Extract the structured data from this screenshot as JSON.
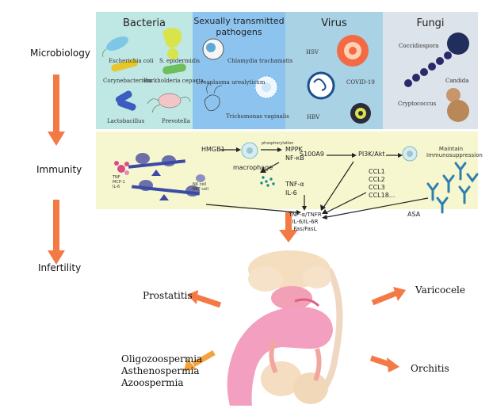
{
  "row_labels": {
    "microbiology": "Microbiology",
    "immunity": "Immunity",
    "infertility": "Infertility"
  },
  "bacteria": {
    "title": "Bacteria",
    "items": [
      "Escherichia coli",
      "S. epidermidis",
      "Corynebacterium",
      "Burkholderia cepacia",
      "Lactobacillus",
      "Prevotella"
    ]
  },
  "sti": {
    "title_line1": "Sexually transmitted",
    "title_line2": "pathogens",
    "items": [
      "Chlamydia trachamatis",
      "Ureaplasma urealyticum",
      "Trichomonas vaginalis"
    ]
  },
  "virus": {
    "title": "Virus",
    "items": [
      "HSV",
      "COVID-19",
      "HBV"
    ]
  },
  "fungi": {
    "title": "Fungi",
    "items": [
      "Coccidiospora",
      "Candida",
      "Cryptococcus"
    ]
  },
  "immunity": {
    "hmgb1": "HMGB1",
    "phosphorylation": "phosphorylation",
    "macrophage": "macrophage",
    "mppk": "MPPK",
    "nfkb": "NF-κB",
    "s100a9": "S100A9",
    "pi3k": "PI3K/Akt",
    "maintain1": "Maintain",
    "maintain2": "Immunosuppression",
    "tnfa": "TNF-α",
    "il6": "IL-6",
    "ccl1": "CCL1",
    "ccl2": "CCL2",
    "ccl3": "CCL3",
    "ccl18": "CCL18...",
    "target1": "TNF-α/TNFR",
    "target2": "IL-6/IL-6R",
    "target3": "Fas/FasL",
    "asa": "ASA",
    "cytokine_tnf": "TNF",
    "cytokine_mcp": "MCP-1",
    "cytokine_il": "IL-6",
    "nk1": "NK cell",
    "nk2": "NKT cell"
  },
  "infertility": {
    "prostatitis": "Prostatitis",
    "varicocele": "Varicocele",
    "oligo": "Oligozoospermia",
    "astheno": "Asthenospermia",
    "azoo": "Azoospermia",
    "orchitis": "Orchitis"
  },
  "colors": {
    "bacteria_bg": "#bfe7e3",
    "sti_bg": "#8cc4ef",
    "virus_bg": "#a9d2e4",
    "fungi_bg": "#dde3ea",
    "immunity_bg": "#f6f7cf",
    "arrow": "#f47a45"
  }
}
